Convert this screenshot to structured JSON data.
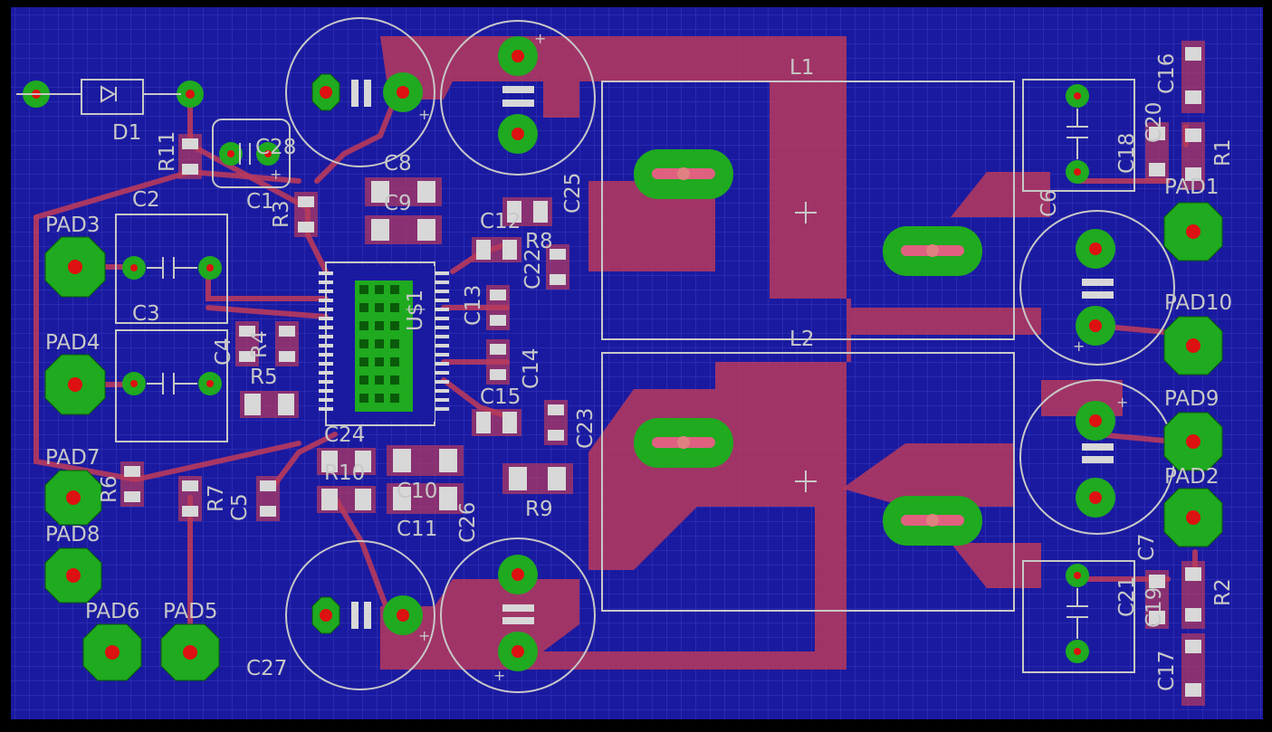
{
  "colors": {
    "board": "#1a1aa0",
    "grid": "#3a3ac0",
    "copper": "#b83a5c",
    "pad": "#1faa1f",
    "silkscreen": "#c8c8c8",
    "drill": "#dd1111"
  },
  "labels": {
    "D1": "D1",
    "R11": "R11",
    "C28": "C28",
    "C1": "C1",
    "R3": "R3",
    "C2": "C2",
    "C3": "C3",
    "C4": "C4",
    "R4": "R4",
    "R5": "R5",
    "PAD3": "PAD3",
    "PAD4": "PAD4",
    "PAD7": "PAD7",
    "PAD8": "PAD8",
    "PAD6": "PAD6",
    "PAD5": "PAD5",
    "R6": "R6",
    "R7": "R7",
    "C5": "C5",
    "C8": "C8",
    "C9": "C9",
    "C12": "C12",
    "C25": "C25",
    "R8": "R8",
    "C22": "C22",
    "C13": "C13",
    "C14": "C14",
    "C15": "C15",
    "U$1": "U$1",
    "C24": "C24",
    "R10": "R10",
    "C10": "C10",
    "C11": "C11",
    "C26": "C26",
    "C23": "C23",
    "R9": "R9",
    "C27": "C27",
    "L1": "L1",
    "L2": "L2",
    "C6": "C6",
    "C18": "C18",
    "C20": "C20",
    "C16": "C16",
    "R1": "R1",
    "PAD1": "PAD1",
    "PAD10": "PAD10",
    "PAD9": "PAD9",
    "PAD2": "PAD2",
    "C7": "C7",
    "C21": "C21",
    "C19": "C19",
    "R2": "R2",
    "C17": "C17"
  }
}
